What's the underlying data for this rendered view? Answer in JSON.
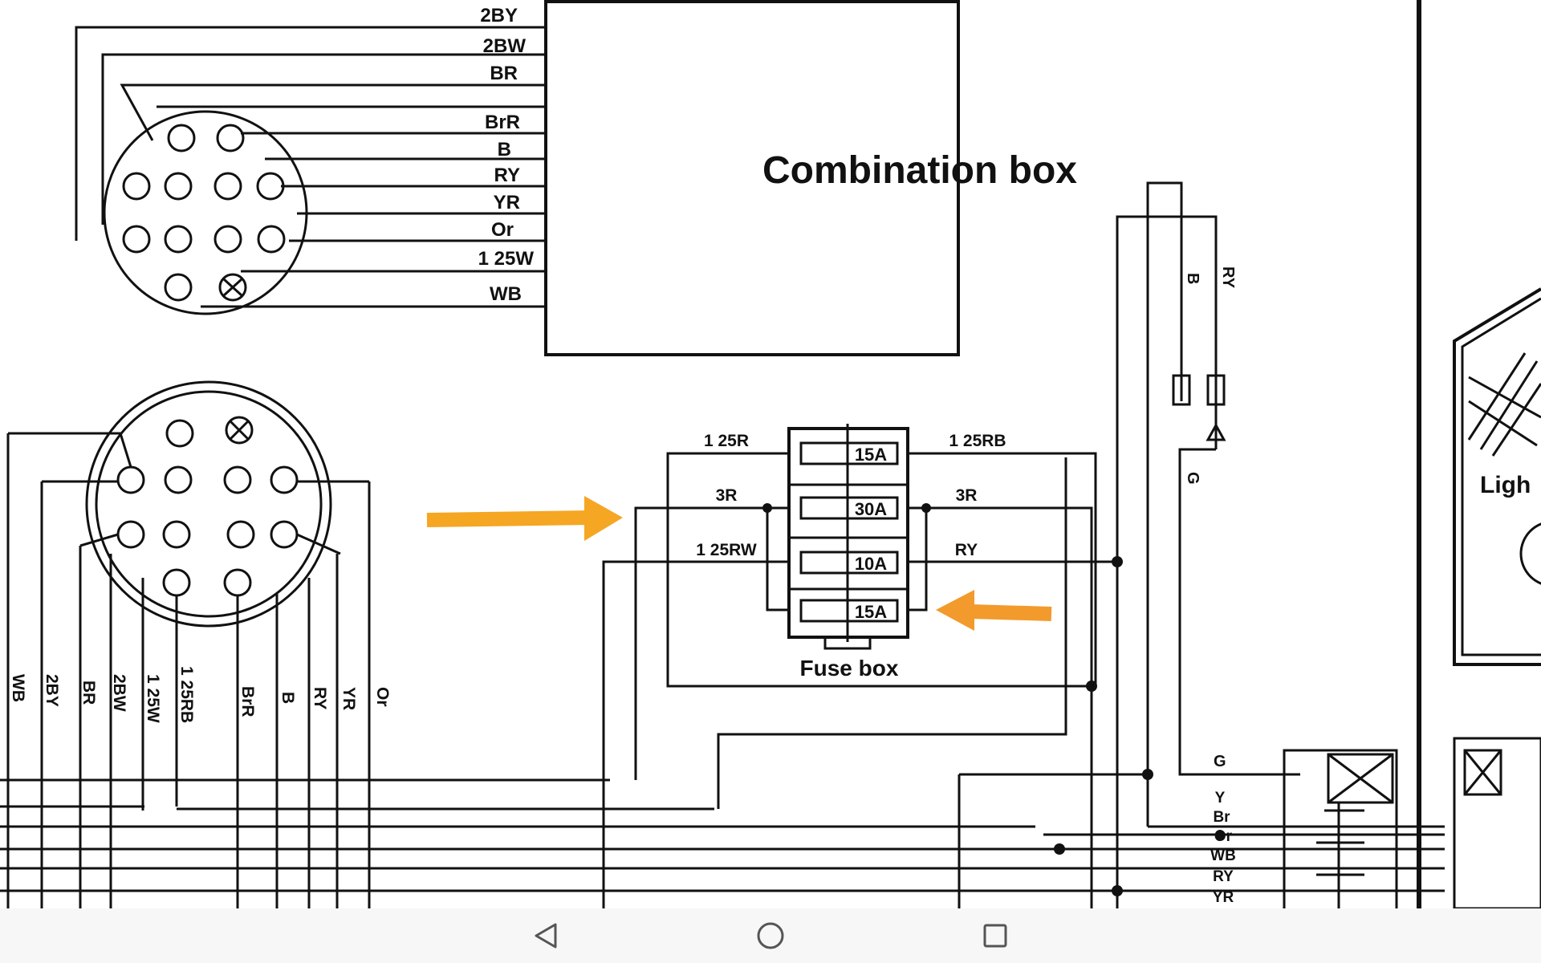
{
  "combination_box": {
    "title": "Combination box",
    "wires": [
      "2BY",
      "2BW",
      "BR",
      "BrR",
      "B",
      "RY",
      "YR",
      "Or",
      "1 25W",
      "WB"
    ]
  },
  "fuse_box": {
    "title": "Fuse box",
    "fuses": [
      "15A",
      "30A",
      "10A",
      "15A"
    ],
    "left_wires": [
      "1 25R",
      "3R",
      "1 25RW"
    ],
    "right_wires": [
      "1 25RB",
      "3R",
      "RY"
    ]
  },
  "lower_connector": {
    "wires": [
      "WB",
      "2BY",
      "BR",
      "2BW",
      "1 25W",
      "1 25RB",
      "BrR",
      "B",
      "RY",
      "YR",
      "Or"
    ]
  },
  "right_harness": {
    "vertical_wires": [
      "B",
      "RY"
    ],
    "ground_top": "G",
    "ground_bottom": "G",
    "bundle": [
      "Y",
      "Br",
      "Or",
      "WB",
      "RY",
      "YR"
    ]
  },
  "lighting_unit": {
    "label": "Ligh"
  },
  "annotations": {
    "arrow_color": "#F5A623",
    "arrow_color_2": "#F39A2C"
  },
  "navigation": {
    "back": "back-icon",
    "home": "home-icon",
    "recents": "recents-icon"
  }
}
